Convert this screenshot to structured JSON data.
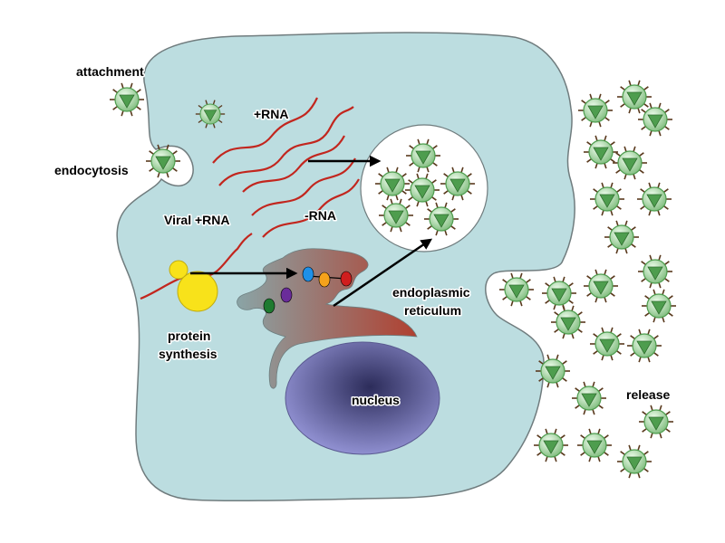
{
  "labels": {
    "attachment": "attachment",
    "endocytosis": "endocytosis",
    "plus_rna": "+RNA",
    "viral_plus_rna": "Viral +RNA",
    "minus_rna": "-RNA",
    "protein_synthesis_line1": "protein",
    "protein_synthesis_line2": "synthesis",
    "er_line1": "endoplasmic",
    "er_line2": "reticulum",
    "nucleus": "nucleus",
    "release": "release"
  },
  "colors": {
    "cell_fill": "#bcdde0",
    "cell_stroke": "#707c7e",
    "vesicle_fill": "#ffffff",
    "er_fill": "#8aa4a6",
    "rna_red": "#c2261e",
    "ribosome_yellow": "#f8e21a",
    "nucleus_dark": "#2c2c5a",
    "nucleus_light": "#8f8fd0",
    "virus_green": "#4e9d4e",
    "virus_light": "#c9ecc6",
    "spike": "#5a3a1e",
    "protein_blue": "#1e90e8",
    "protein_orange": "#f5a21b",
    "protein_red": "#d01e1e",
    "protein_purple": "#6a2c9a",
    "protein_green": "#1e7a30"
  },
  "icons": {
    "virus": "virus-particle-icon",
    "ribosome": "ribosome-icon",
    "arrow": "arrow-icon"
  }
}
